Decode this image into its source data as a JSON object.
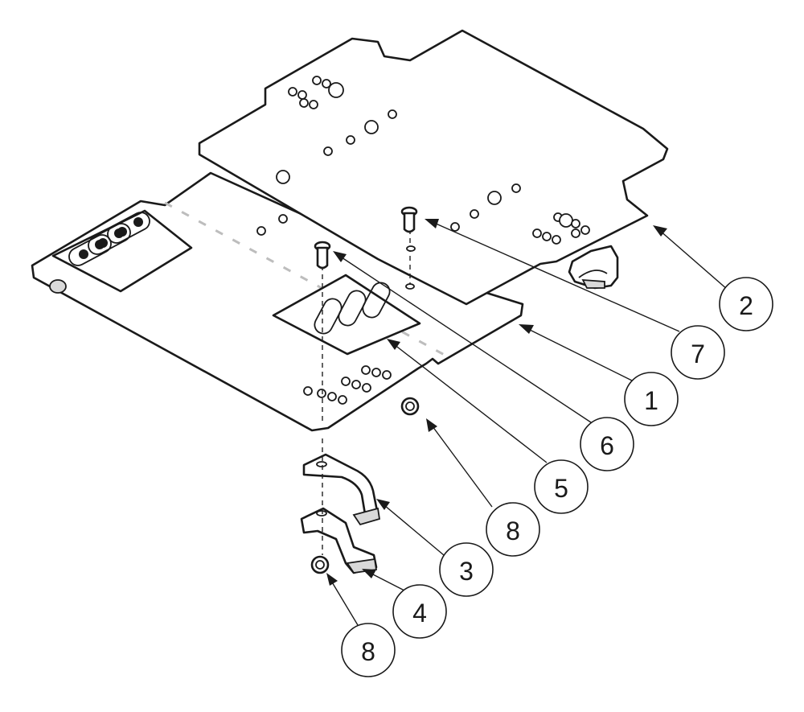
{
  "diagram": {
    "type": "exploded-assembly",
    "callouts": [
      {
        "id": "c2",
        "label": "2"
      },
      {
        "id": "c7",
        "label": "7"
      },
      {
        "id": "c1",
        "label": "1"
      },
      {
        "id": "c6",
        "label": "6"
      },
      {
        "id": "c5",
        "label": "5"
      },
      {
        "id": "c8a",
        "label": "8"
      },
      {
        "id": "c3",
        "label": "3"
      },
      {
        "id": "c4",
        "label": "4"
      },
      {
        "id": "c8b",
        "label": "8"
      }
    ]
  }
}
